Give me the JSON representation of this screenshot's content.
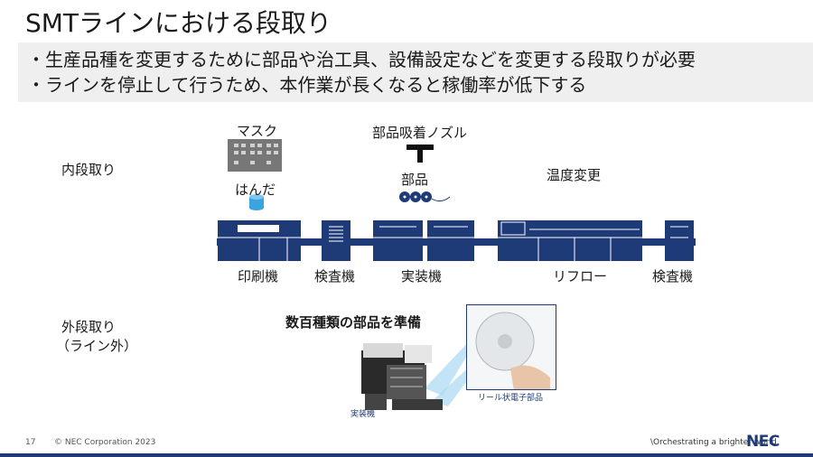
{
  "title": "SMTラインにおける段取り",
  "bullets": [
    "・生産品種を変更するために部品や治工具、設備設定などを変更する段取りが必要",
    "・ラインを停止して行うため、本作業が長くなると稼働率が低下する"
  ],
  "section_internal": "内段取り",
  "section_external_line1": "外段取り",
  "section_external_line2": "（ライン外）",
  "labels": {
    "mask": "マスク",
    "solder": "はんだ",
    "nozzle": "部品吸着ノズル",
    "parts": "部品",
    "temp": "温度変更",
    "external_caption": "数百種類の部品を準備",
    "photo_machine": "実装機",
    "photo_reel": "リール状電子部品"
  },
  "machines": [
    "印刷機",
    "検査機",
    "実装機",
    "リフロー",
    "検査機"
  ],
  "footer": {
    "page": "17",
    "copyright": "© NEC Corporation 2023",
    "slogan": "\\Orchestrating a brighter world",
    "logo": "NEC"
  },
  "colors": {
    "navy": "#1e3b78",
    "cyan": "#3aa3e0",
    "gray": "#7a7a7a"
  }
}
